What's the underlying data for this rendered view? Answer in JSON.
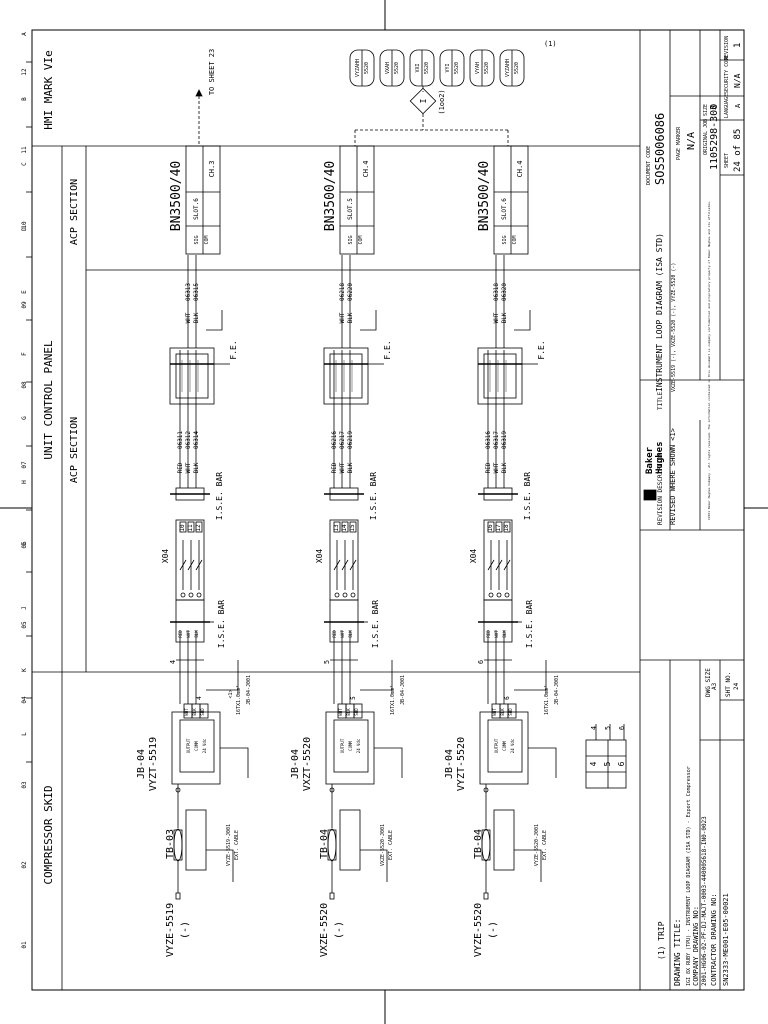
{
  "col_letters": [
    "A",
    "B",
    "C",
    "D",
    "E",
    "F",
    "G",
    "H",
    "I",
    "J",
    "K",
    "L"
  ],
  "row_numbers": [
    "01",
    "02",
    "03",
    "04",
    "05",
    "06",
    "07",
    "08",
    "09",
    "10",
    "11",
    "12"
  ],
  "sections": {
    "hmi": "HMI MARK VIe",
    "ucp": "UNIT CONTROL PANEL",
    "acp_top": "ACP SECTION",
    "acp_mid": "ACP SECTION",
    "skid": "COMPRESSOR SKID"
  },
  "loops": [
    {
      "tag": "VYZE-5519",
      "polarity": "(-)",
      "tb": "TB-03",
      "jb": "JB-04",
      "xmtr": "VYZT-5519",
      "ext_cable": "VYZE-5519-J001",
      "ext_cable_label": "EXT. CABLE",
      "jb_cable": "JB-04-J001",
      "jb_cable_spec": "16TX1.0mm²",
      "rev": "<1>",
      "jb_terms": [
        "WHT",
        "BLK",
        "SHD"
      ],
      "jb_inner": [
        "OUTPUT",
        "COMM",
        "24 Vdc"
      ],
      "pair_no": "4",
      "ise_terms": [
        "RED",
        "WHT",
        "BLK"
      ],
      "x04": "X04",
      "x04_terms": [
        "10",
        "11",
        "12"
      ],
      "ise_bar": "I.S.E. BAR",
      "fe": "F.E.",
      "wires_left": [
        {
          "color": "RED",
          "no": "06311"
        },
        {
          "color": "WHT",
          "no": "06312"
        },
        {
          "color": "BLK",
          "no": "06314"
        }
      ],
      "wires_right": [
        {
          "color": "WHT",
          "no": "06313"
        },
        {
          "color": "BLK",
          "no": "06315"
        }
      ],
      "module": "BN3500/40",
      "slot": "SLOT.6",
      "channel": "CH.3",
      "sig": "SIG",
      "com": "COM"
    },
    {
      "tag": "VXZE-5520",
      "polarity": "(-)",
      "tb": "TB-04",
      "jb": "JB-04",
      "xmtr": "VXZT-5520",
      "ext_cable": "VXZE-5520-J001",
      "ext_cable_label": "EXT. CABLE",
      "jb_cable": "JB-04-J001",
      "jb_cable_spec": "16TX1.0mm²",
      "rev": "",
      "jb_terms": [
        "WHT",
        "BLK",
        "SHD"
      ],
      "jb_inner": [
        "OUTPUT",
        "COMM",
        "24 Vdc"
      ],
      "pair_no": "5",
      "ise_terms": [
        "RED",
        "WHT",
        "BLK"
      ],
      "x04": "X04",
      "x04_terms": [
        "13",
        "14",
        "15"
      ],
      "ise_bar": "I.S.E. BAR",
      "fe": "F.E.",
      "wires_left": [
        {
          "color": "RED",
          "no": "06216"
        },
        {
          "color": "WHT",
          "no": "06217"
        },
        {
          "color": "BLK",
          "no": "06219"
        }
      ],
      "wires_right": [
        {
          "color": "WHT",
          "no": "06218"
        },
        {
          "color": "BLK",
          "no": "06220"
        }
      ],
      "module": "BN3500/40",
      "slot": "SLOT.5",
      "channel": "CH.4",
      "sig": "SIG",
      "com": "COM"
    },
    {
      "tag": "VYZE-5520",
      "polarity": "(-)",
      "tb": "TB-04",
      "jb": "JB-04",
      "xmtr": "VYZT-5520",
      "ext_cable": "VYZE-5520-J001",
      "ext_cable_label": "EXT. CABLE",
      "jb_cable": "JB-04-J001",
      "jb_cable_spec": "16TX1.0mm²",
      "rev": "",
      "jb_terms": [
        "WHT",
        "BLK",
        "SHD"
      ],
      "jb_inner": [
        "OUTPUT",
        "COMM",
        "24 Vdc"
      ],
      "pair_no": "6",
      "ise_terms": [
        "RED",
        "WHT",
        "BLK"
      ],
      "x04": "X04",
      "x04_terms": [
        "16",
        "17",
        "18"
      ],
      "ise_bar": "I.S.E. BAR",
      "fe": "F.E.",
      "wires_left": [
        {
          "color": "RED",
          "no": "06316"
        },
        {
          "color": "WHT",
          "no": "06317"
        },
        {
          "color": "BLK",
          "no": "06319"
        }
      ],
      "wires_right": [
        {
          "color": "WHT",
          "no": "06318"
        },
        {
          "color": "BLK",
          "no": "06320"
        }
      ],
      "module": "BN3500/40",
      "slot": "SLOT.6",
      "channel": "CH.4",
      "sig": "SIG",
      "com": "COM"
    }
  ],
  "hmi_tags": [
    "VYZAHH",
    "VXAH",
    "VXI",
    "VYI",
    "VYAH",
    "VYZAHH"
  ],
  "hmi_subs": [
    "5520",
    "5520",
    "5520",
    "5520",
    "5520",
    "5520"
  ],
  "hmi_note": "(1)",
  "logic_symbol": "I",
  "logic_note": "(1oo2)",
  "to_sheet": "TO SHEET 23",
  "legend_rows": [
    "4",
    "5",
    "6"
  ],
  "footnote": "(1) TRIP",
  "title_block": {
    "drawing_title_label": "DRAWING TITLE:",
    "drawing_title": "IGI 8X RUBY (TPU) - INSTRUMENT LOOP DIAGRAM (ISA STD) - Export Compressor",
    "company_dwg_label": "COMPANY DRAWING NO:",
    "company_dwg": "2001-HG06-02-PF-DJ-MAJT-0003-440005618-IN0-0023",
    "contractor_dwg_label": "CONTRACTOR DRAWING NO:",
    "contractor_dwg": "SN2333-ME001-E05-00021",
    "dwg_size_label": "DWG SIZE",
    "dwg_size": "A3",
    "sht_no_label": "SHT NO.",
    "sht_no": "24",
    "rev_desc_label": "REVISION DESCRIPTION",
    "rev_desc": "REVISED WHERE SHOWN <1>",
    "logo_line1": "Baker",
    "logo_line2": "Hughes",
    "title_label": "TITLE",
    "title": "INSTRUMENT LOOP DIAGRAM (ISA STD)",
    "title_sub": "VXZE-5519 (-), VXZE-5520 (-), VYZE-5520 (-)",
    "legal": "©2021 Baker Hughes Company - All rights reserved. The information contained in this document is company confidential and proprietary property of Baker Hughes and its affiliates.",
    "doc_code_label": "DOCUMENT CODE",
    "doc_code": "SOS5006086",
    "page_marker_label": "PAGE MARKER",
    "page_marker": "N/A",
    "original_job_label": "ORIGINAL JOB",
    "original_job": "1105298-300",
    "size_label": "SIZE",
    "size": "3",
    "revision_label": "REVISION",
    "revision": "1",
    "security_label": "SECURITY CODE",
    "security": "N/A",
    "language_label": "LANGUAGE",
    "language": "A",
    "sheet_label": "SHEET",
    "sheet": "24 of 85"
  }
}
